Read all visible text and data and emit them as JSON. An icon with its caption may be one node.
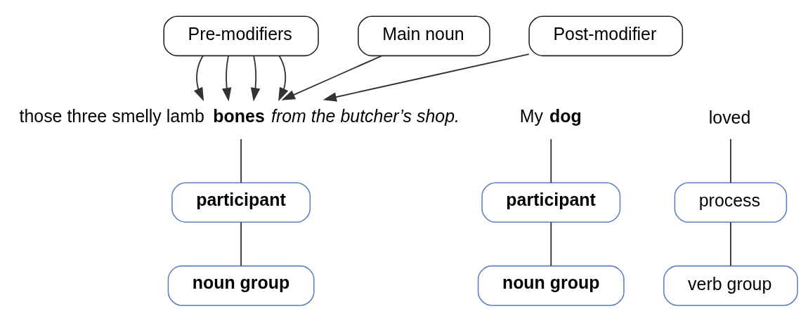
{
  "diagram": {
    "nodes": [
      {
        "text": [
          "Pre-modifiers"
        ]
      },
      {
        "text": [
          "Main noun"
        ]
      },
      {
        "text": [
          "Post-modifier"
        ]
      },
      {
        "text": [
          "My **dog**"
        ]
      },
      {
        "text": [
          "loved"
        ]
      },
      {
        "text": [
          "those three smelly lamb **bones** *from the butcher’s shop.*"
        ]
      },
      {
        "text": [
          "participant"
        ]
      },
      {
        "text": [
          "noun group"
        ]
      },
      {
        "text": [
          "process"
        ]
      },
      {
        "text": [
          "verb group"
        ]
      },
      {
        "text": [
          "participant"
        ]
      },
      {
        "text": [
          "noun group"
        ]
      }
    ],
    "edges": [
      {
        "from": 0,
        "to": 5,
        "arrow": "to"
      },
      {
        "from": 0,
        "to": 5,
        "arrow": "to"
      },
      {
        "from": 0,
        "to": 5,
        "arrow": "to"
      },
      {
        "from": 0,
        "to": 5,
        "arrow": "to"
      },
      {
        "from": 1,
        "to": 5,
        "arrow": "to"
      },
      {
        "from": 2,
        "to": 5,
        "arrow": "to"
      },
      {
        "from": 3,
        "to": 6,
        "arrow": "none"
      },
      {
        "from": 6,
        "to": 7,
        "arrow": "none"
      },
      {
        "from": 4,
        "to": 8,
        "arrow": "none"
      },
      {
        "from": 8,
        "to": 9,
        "arrow": "none"
      },
      {
        "from": 5,
        "to": 10,
        "arrow": "none"
      },
      {
        "from": 10,
        "to": 11,
        "arrow": "none"
      }
    ]
  }
}
